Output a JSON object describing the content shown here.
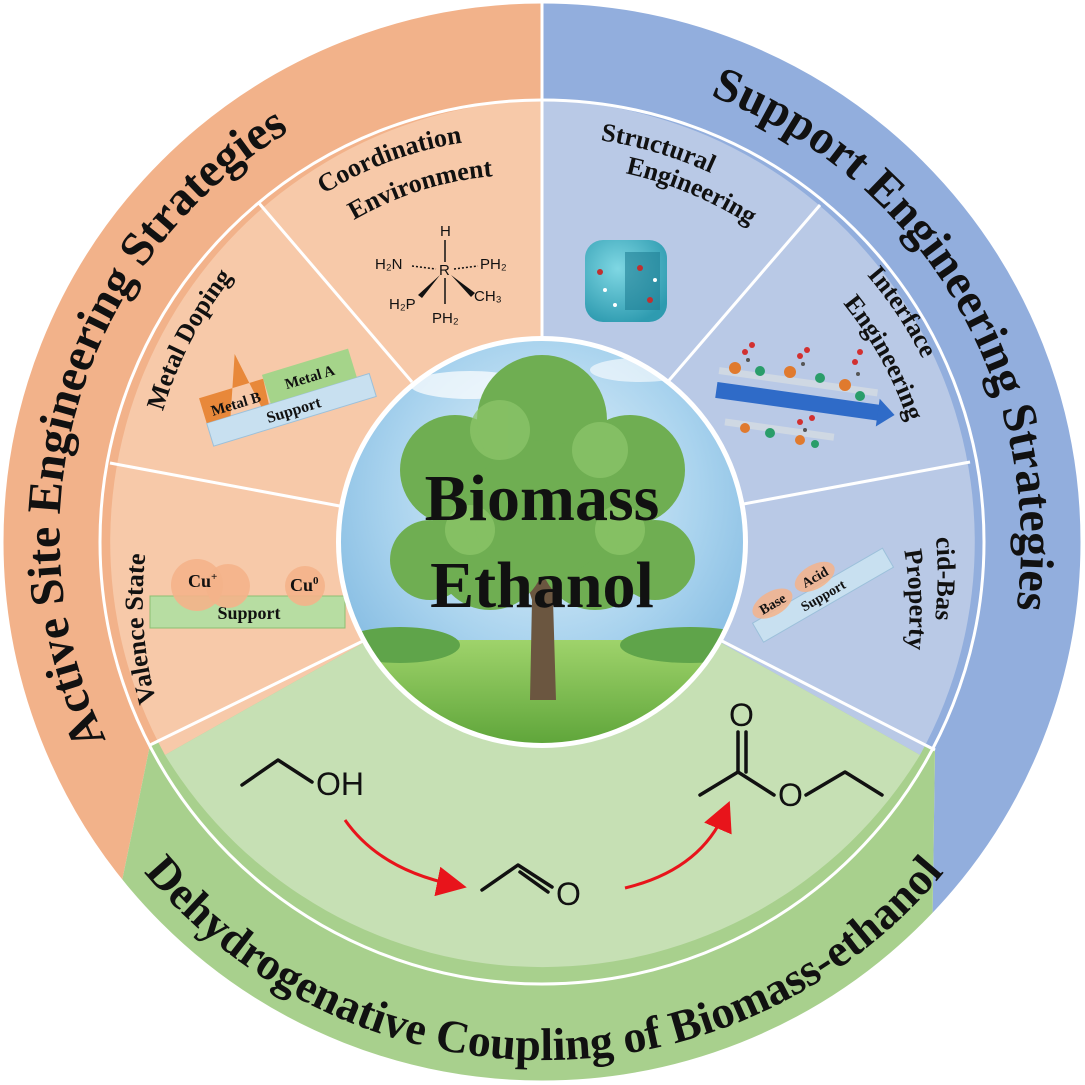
{
  "center": {
    "line1": "Biomass",
    "line2": "Ethanol"
  },
  "outer_ring": {
    "left_title": "Active Site Engineering Strategies",
    "right_title": "Support Engineering Strategies",
    "bottom_title": "Dehydrogenative Coupling of Biomass-ethanol"
  },
  "left_segments": {
    "valence": {
      "title": "Valence State",
      "cu_plus": "Cu",
      "cu_plus_sup": "+",
      "cu_zero": "Cu",
      "cu_zero_sup": "0",
      "support": "Support"
    },
    "metal_doping": {
      "title": "Metal Doping",
      "metal_b": "Metal B",
      "metal_a": "Metal A",
      "support": "Support"
    },
    "coordination": {
      "title_line1": "Coordination",
      "title_line2": "Environment",
      "atom_h": "H",
      "atom_r": "R",
      "ligand_h2n": "H₂N",
      "ligand_ph2_right": "PH₂",
      "ligand_h2p": "H₂P",
      "ligand_ch3": "CH₃",
      "ligand_ph2_bottom": "PH₂"
    }
  },
  "right_segments": {
    "structural": {
      "title_line1": "Structural",
      "title_line2": "Engineering"
    },
    "interface": {
      "title_line1": "Interface",
      "title_line2": "Engineering"
    },
    "acid_base": {
      "title_line1": "Acid-Base",
      "title_line2": "Property",
      "base": "Base",
      "acid": "Acid",
      "support": "Support"
    }
  },
  "reaction": {
    "ethanol_oh": "OH",
    "aldehyde_o": "O",
    "ester_o_carbonyl": "O",
    "ester_o_ether": "O"
  },
  "colors": {
    "orange_outer": "#F2B28A",
    "orange_inner": "#F7C9A9",
    "blue_outer": "#92AEDD",
    "blue_inner": "#B9C9E6",
    "green_outer": "#A8D08D",
    "green_inner": "#C6E0B4",
    "arrow_red": "#E8141B"
  }
}
